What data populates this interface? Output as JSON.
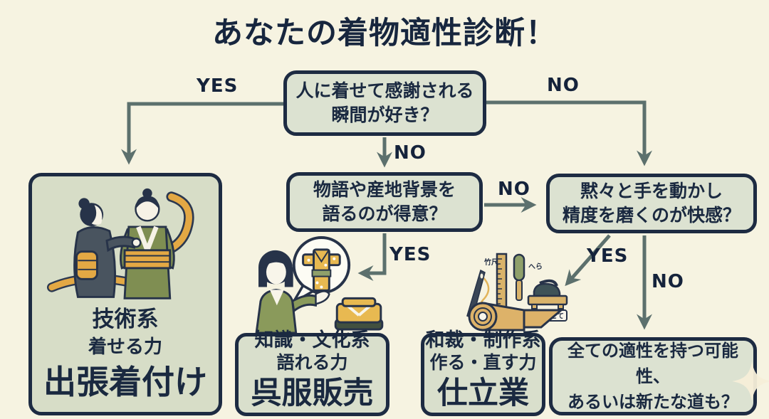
{
  "title": "あなたの着物適性診断！",
  "questions": {
    "q1": "人に着せて感謝される\n瞬間が好き？",
    "q2": "物語や産地背景を\n語るのが得意？",
    "q3": "黙々と手を動かし\n精度を磨くのが快感？"
  },
  "results": {
    "dressing": {
      "category": "技術系",
      "skill": "着せる力",
      "job": "出張着付け"
    },
    "sales": {
      "category": "知識・文化系",
      "skill": "語れる力",
      "job": "呉服販売"
    },
    "tailoring": {
      "category": "和裁・制作系",
      "skill": "作る・直す力",
      "job": "仕立業"
    },
    "fallback": "全ての適性を持つ可能性、\nあるいは新たな道も？"
  },
  "edge_labels": {
    "q1_yes": "YES",
    "q1_no": "NO",
    "q1_no_down": "NO",
    "q2_no": "NO",
    "q2_yes": "YES",
    "q3_yes": "YES",
    "q3_no": "NO"
  },
  "illustration_labels": {
    "bamboo_ruler": "竹尺",
    "spatula": "へら",
    "tailoring_iron": "和裁こて"
  },
  "colors": {
    "background": "#f6f3e1",
    "box_fill": "#dce2d1",
    "box_border": "#1d2b42",
    "text": "#1a2940",
    "arrow": "#5c706d",
    "accent_orange": "#e3a844",
    "accent_olive": "#7f8e52"
  }
}
